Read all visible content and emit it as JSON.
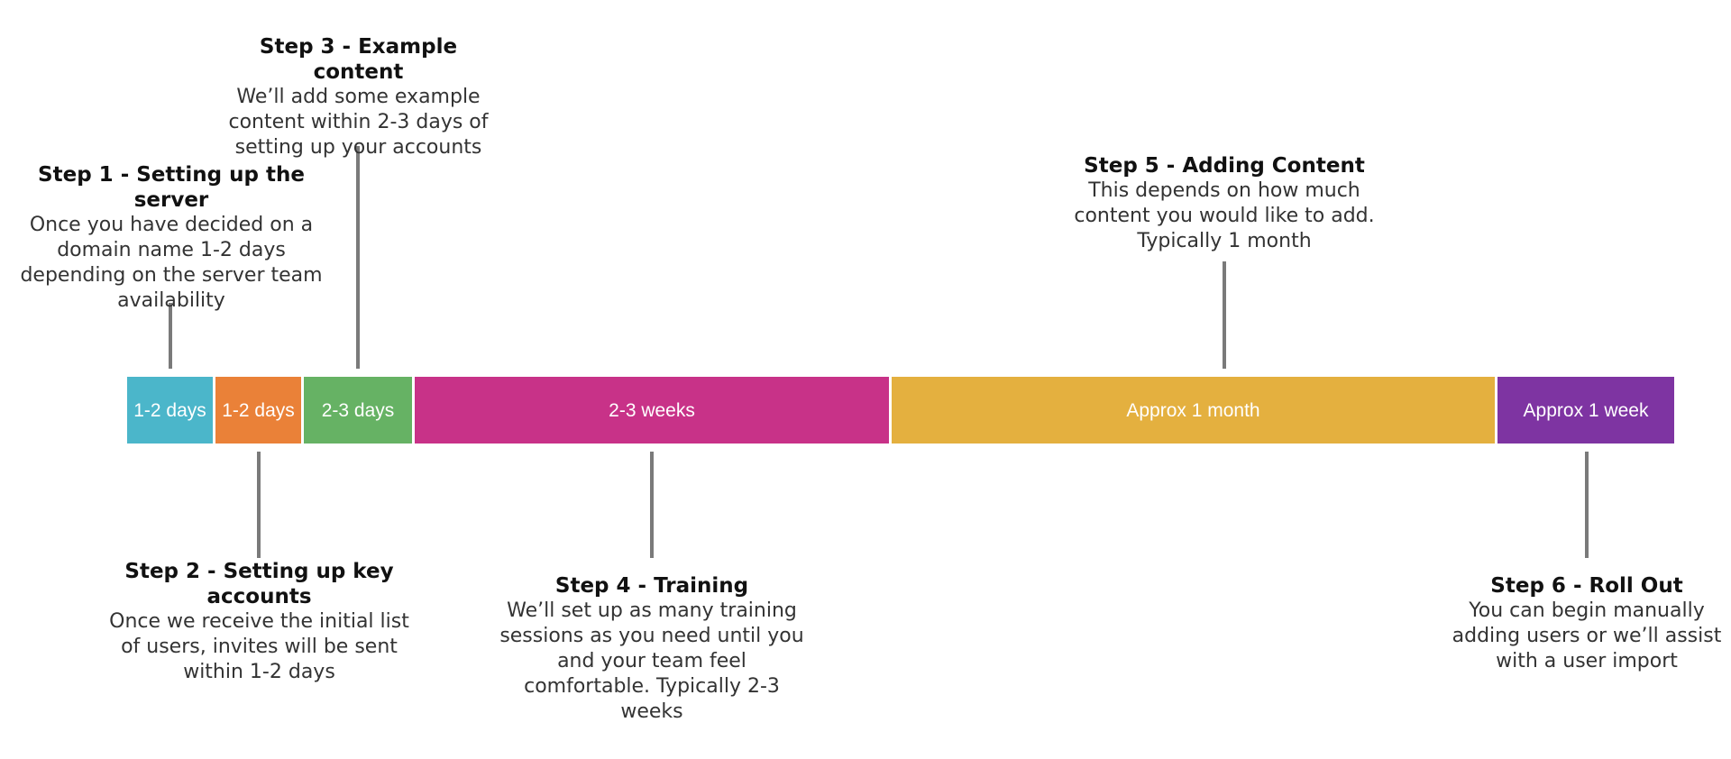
{
  "timeline": {
    "bars": [
      {
        "label": "1-2 days",
        "color": "#4bb6ca"
      },
      {
        "label": "1-2 days",
        "color": "#ea8138"
      },
      {
        "label": "2-3 days",
        "color": "#66b264"
      },
      {
        "label": "2-3 weeks",
        "color": "#c83288"
      },
      {
        "label": "Approx 1 month",
        "color": "#e4b03f"
      },
      {
        "label": "Approx 1 week",
        "color": "#7e34a2"
      }
    ]
  },
  "steps": [
    {
      "title": "Step 1 - Setting up the server",
      "description": "Once you have decided on a domain name 1-2 days depending on the server team availability"
    },
    {
      "title": "Step 2 - Setting up key accounts",
      "description": "Once we receive the initial list of users, invites will be sent within 1-2 days"
    },
    {
      "title": "Step 3 - Example content",
      "description": "We’ll add some example content within 2-3 days of setting up your accounts"
    },
    {
      "title": "Step 4 - Training",
      "description": "We’ll set up as many training sessions as you need until you and your team feel comfortable. Typically 2-3 weeks"
    },
    {
      "title": "Step 5 - Adding Content",
      "description": "This depends on how much content you would like to add. Typically 1 month"
    },
    {
      "title": "Step 6 - Roll Out",
      "description": "You can begin manually adding users or we’ll assist with a user import"
    }
  ]
}
